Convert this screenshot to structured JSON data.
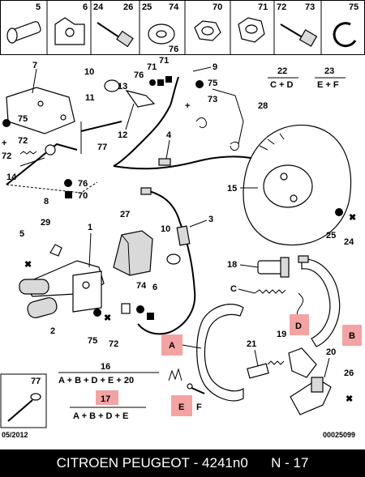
{
  "top_row_labels": [
    "5",
    "6",
    "24",
    "26",
    "25",
    "74",
    "76",
    "70",
    "71",
    "72",
    "73",
    "75"
  ],
  "callouts": {
    "n7": "7",
    "n9": "9",
    "n10a": "10",
    "n10b": "10",
    "n11": "11",
    "n12": "12",
    "n13": "13",
    "n76a": "76",
    "n71": "71",
    "n71b": "71",
    "n75a": "75",
    "n73a": "73",
    "n28": "28",
    "n75b": "75",
    "n72a": "72",
    "n14": "14",
    "n8": "8",
    "n76b": "76",
    "n70": "70",
    "n77a": "77",
    "n4": "4",
    "n15": "15",
    "n29": "29",
    "n27": "27",
    "n3": "3",
    "n1": "1",
    "n5": "5",
    "n25": "25",
    "n24": "24",
    "n18": "18",
    "n74": "74",
    "n6": "6",
    "n2": "2",
    "n75c": "75",
    "n72b": "72",
    "nC": "C",
    "n19": "19",
    "n21": "21",
    "n20": "20",
    "n26": "26",
    "n16": "16",
    "n77b": "77",
    "n17": "17",
    "nF": "F"
  },
  "formulas": {
    "f22_num": "22",
    "f22": "C + D",
    "f23_num": "23",
    "f23": "E + F",
    "f16": "A + B + D + E + 20",
    "f17": "A + B + D + E"
  },
  "highlight_boxes": {
    "A": "A",
    "B": "B",
    "D": "D",
    "E": "E"
  },
  "corner": {
    "date": "05/2012",
    "code": "00025099"
  },
  "footer": {
    "brand": "CITROEN PEUGEOT",
    "sep": " - ",
    "part_no": "4241n0",
    "page": "N - 17"
  },
  "colors": {
    "highlight": "#f4a3a3",
    "footer_bg": "#000000",
    "footer_text": "#ffffff"
  }
}
